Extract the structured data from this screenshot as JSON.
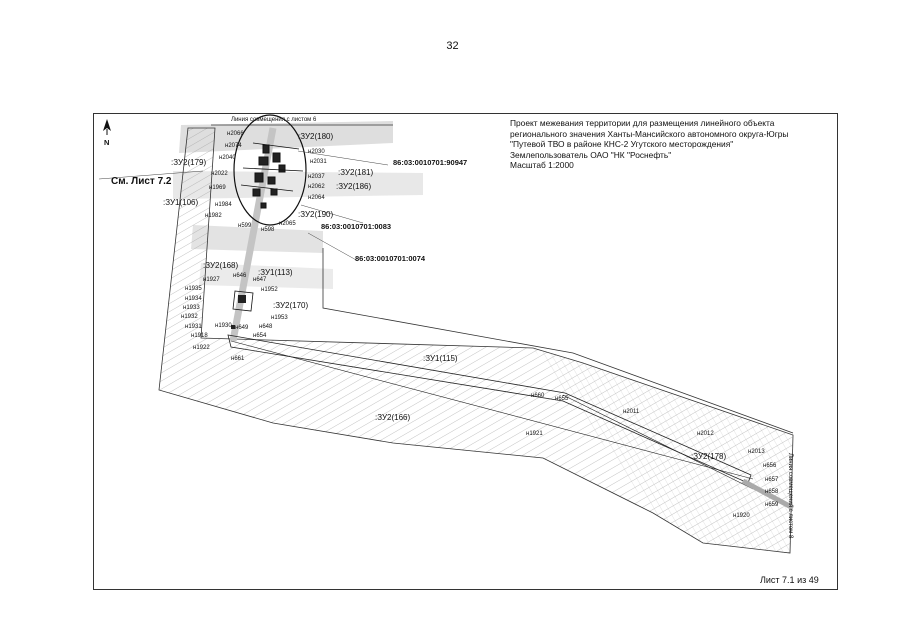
{
  "page_number": "32",
  "title_block": {
    "line1": "Проект межевания территории для размещения линейного объекта",
    "line2": "регионального значения Ханты-Мансийского автономного округа-Югры",
    "line3": "\"Путевой ТВО в районе КНС-2 Угутского месторождения\"",
    "line4": "Землепользователь ОАО \"НК \"Роснефть\"",
    "line5": "Масштаб 1:2000"
  },
  "sheet_label": "Лист 7.1 из 49",
  "north_arrow": {
    "label": "N",
    "icon": "north-arrow-icon"
  },
  "join_line_top": "Линия совмещения с листом 6",
  "join_line_right": "Линия совмещения с листом 8",
  "see_sheet": "См. Лист 7.2",
  "cadastral": {
    "c1": "86:03:0010701:90947",
    "c2": "86:03:0010701:0083",
    "c3": "86:03:0010701:0074"
  },
  "parcels": {
    "p180": ":ЗУ2(180)",
    "p179": ":ЗУ2(179)",
    "p181": ":ЗУ2(181)",
    "p186": ":ЗУ2(186)",
    "p106": ":ЗУ1(106)",
    "p190": ":ЗУ2(190)",
    "p168": ":ЗУ2(168)",
    "p113": ":ЗУ1(113)",
    "p170": ":ЗУ2(170)",
    "p115": ":ЗУ1(115)",
    "p166": ":ЗУ2(166)",
    "p178": ":ЗУ2(178)"
  },
  "points": {
    "n2066": "н2066",
    "n2074": "н2074",
    "n2040": "н2040",
    "n2022": "н2022",
    "n1969": "н1969",
    "n1984": "н1984",
    "n1982": "н1982",
    "n599": "н599",
    "n598": "н598",
    "n2065": "н2065",
    "n2030": "н2030",
    "n2031": "н2031",
    "n2037": "н2037",
    "n2062": "н2062",
    "n2064": "н2064",
    "n1927": "н1927",
    "n1935": "н1935",
    "n1934": "н1934",
    "n1933": "н1933",
    "n1932": "н1932",
    "n1931": "н1931",
    "n1930": "н1930",
    "n1918": "н1918",
    "n1922": "н1922",
    "n646": "н646",
    "n647": "н647",
    "n1952": "н1952",
    "n1953": "н1953",
    "n648": "н648",
    "n649": "н649",
    "n654": "н654",
    "n661": "н661",
    "n660": "н660",
    "n655": "н655",
    "n1921": "н1921",
    "n2011": "н2011",
    "n2012": "н2012",
    "n2013": "н2013",
    "n656": "н656",
    "n657": "н657",
    "n658": "н658",
    "n659": "н659",
    "n1920": "н1920"
  }
}
